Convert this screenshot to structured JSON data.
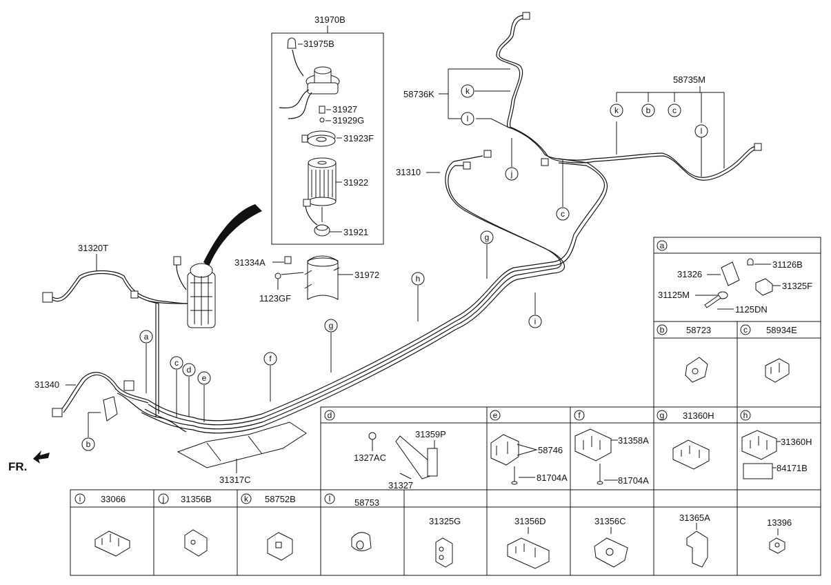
{
  "parts": {
    "p31970B": "31970B",
    "p31975B": "31975B",
    "p31927": "31927",
    "p31929G": "31929G",
    "p31923F": "31923F",
    "p31922": "31922",
    "p31921": "31921",
    "p31334A": "31334A",
    "p31972": "31972",
    "p1123GF": "1123GF",
    "p31320T": "31320T",
    "p31340": "31340",
    "p31317C": "31317C",
    "p31310": "31310",
    "p58736K": "58736K",
    "p58735M": "58735M"
  },
  "front_label": "FR.",
  "callouts": {
    "a": "a",
    "b": "b",
    "c": "c",
    "d": "d",
    "e": "e",
    "f": "f",
    "g": "g",
    "h": "h",
    "i": "i",
    "j": "j",
    "k": "k",
    "l": "l"
  },
  "legend": {
    "a": {
      "letter": "a",
      "parts": [
        "31326",
        "31126B",
        "31325F",
        "31125M",
        "1125DN"
      ]
    },
    "b": {
      "letter": "b",
      "part": "58723"
    },
    "c": {
      "letter": "c",
      "part": "58934E"
    },
    "d": {
      "letter": "d",
      "parts": [
        "31359P",
        "1327AC",
        "31327"
      ]
    },
    "e": {
      "letter": "e",
      "parts": [
        "58746",
        "81704A"
      ]
    },
    "f": {
      "letter": "f",
      "parts": [
        "31358A",
        "81704A"
      ]
    },
    "g": {
      "letter": "g",
      "part": "31360H"
    },
    "h": {
      "letter": "h",
      "parts": [
        "31360H",
        "84171B"
      ]
    },
    "i": {
      "letter": "i",
      "part": "33066"
    },
    "j": {
      "letter": "j",
      "part": "31356B"
    },
    "k": {
      "letter": "k",
      "part": "58752B"
    },
    "l": {
      "letter": "l",
      "part": "58753"
    },
    "extra": [
      "31325G",
      "31356D",
      "31356C",
      "31365A",
      "13396"
    ]
  }
}
